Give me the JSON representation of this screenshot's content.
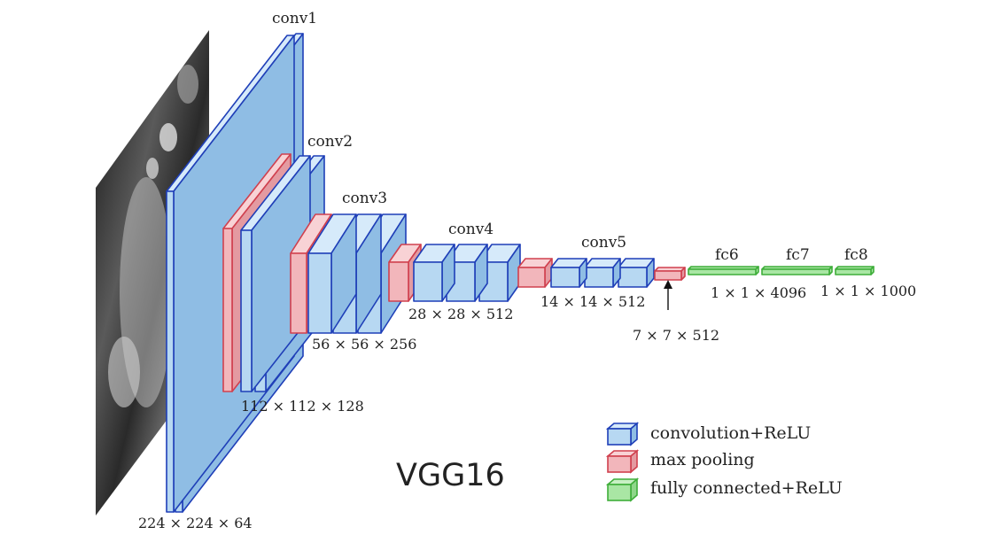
{
  "title": "VGG16",
  "colors": {
    "conv_face": "#b7d8f2",
    "conv_top": "#d6eafa",
    "conv_side": "#8fbde4",
    "conv_stroke": "#1f3fb8",
    "pool_face": "#f2b6bb",
    "pool_top": "#f8d2d5",
    "pool_side": "#e49aa1",
    "pool_stroke": "#d0404e",
    "fc_face": "#a9e6a4",
    "fc_stroke": "#3fae3a"
  },
  "blocks": {
    "conv1": "conv1",
    "conv2": "conv2",
    "conv3": "conv3",
    "conv4": "conv4",
    "conv5": "conv5",
    "fc6": "fc6",
    "fc7": "fc7",
    "fc8": "fc8"
  },
  "dimensions": {
    "d1": "224 × 224 × 64",
    "d2": "112 × 112 × 128",
    "d3": "56 × 56 × 256",
    "d4": "28 × 28 × 512",
    "d5": "14 × 14 × 512",
    "d6": "7 × 7 × 512",
    "d7": "1 × 1 × 4096",
    "d8": "1 × 1 × 1000"
  },
  "legend": {
    "conv": "convolution+ReLU",
    "pool": "max pooling",
    "fc": "fully connected+ReLU"
  }
}
